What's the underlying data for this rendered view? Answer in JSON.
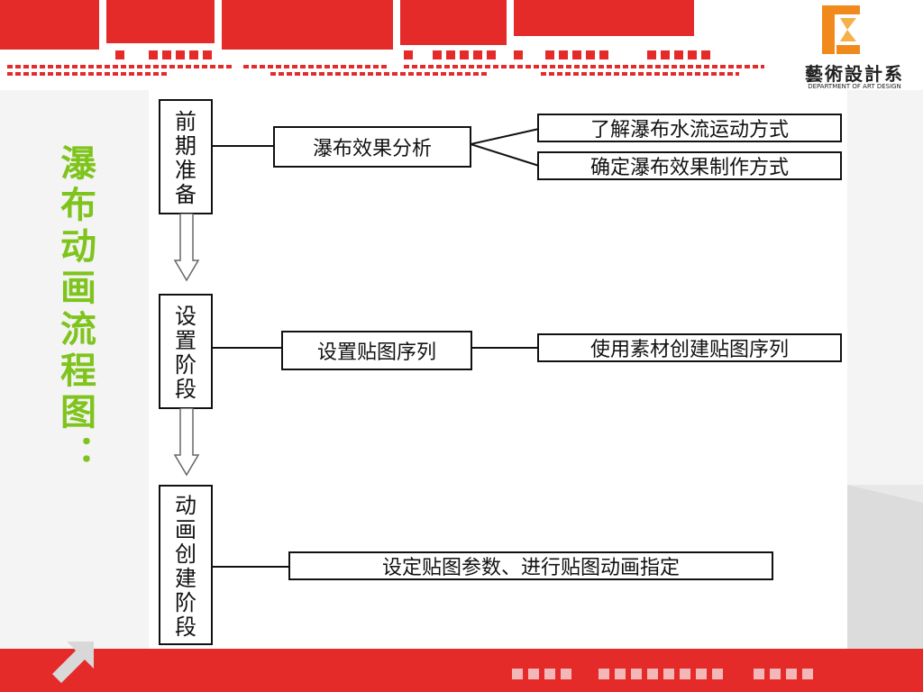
{
  "logo": {
    "title": "藝術設計系",
    "subtitle": "DEPARTMENT OF ART DESIGN"
  },
  "side_title": "瀑布动画流程图：",
  "stages": [
    {
      "label": "前期准备",
      "step": "瀑布效果分析",
      "details": [
        "了解瀑布水流运动方式",
        "确定瀑布效果制作方式"
      ]
    },
    {
      "label": "设置阶段",
      "step": "设置贴图序列",
      "details": [
        "使用素材创建贴图序列"
      ]
    },
    {
      "label": "动画创建阶段",
      "step": "",
      "details": [
        "设定贴图参数、进行贴图动画指定"
      ]
    }
  ],
  "colors": {
    "accent_red": "#e52a2a",
    "title_green": "#7fc41c"
  }
}
